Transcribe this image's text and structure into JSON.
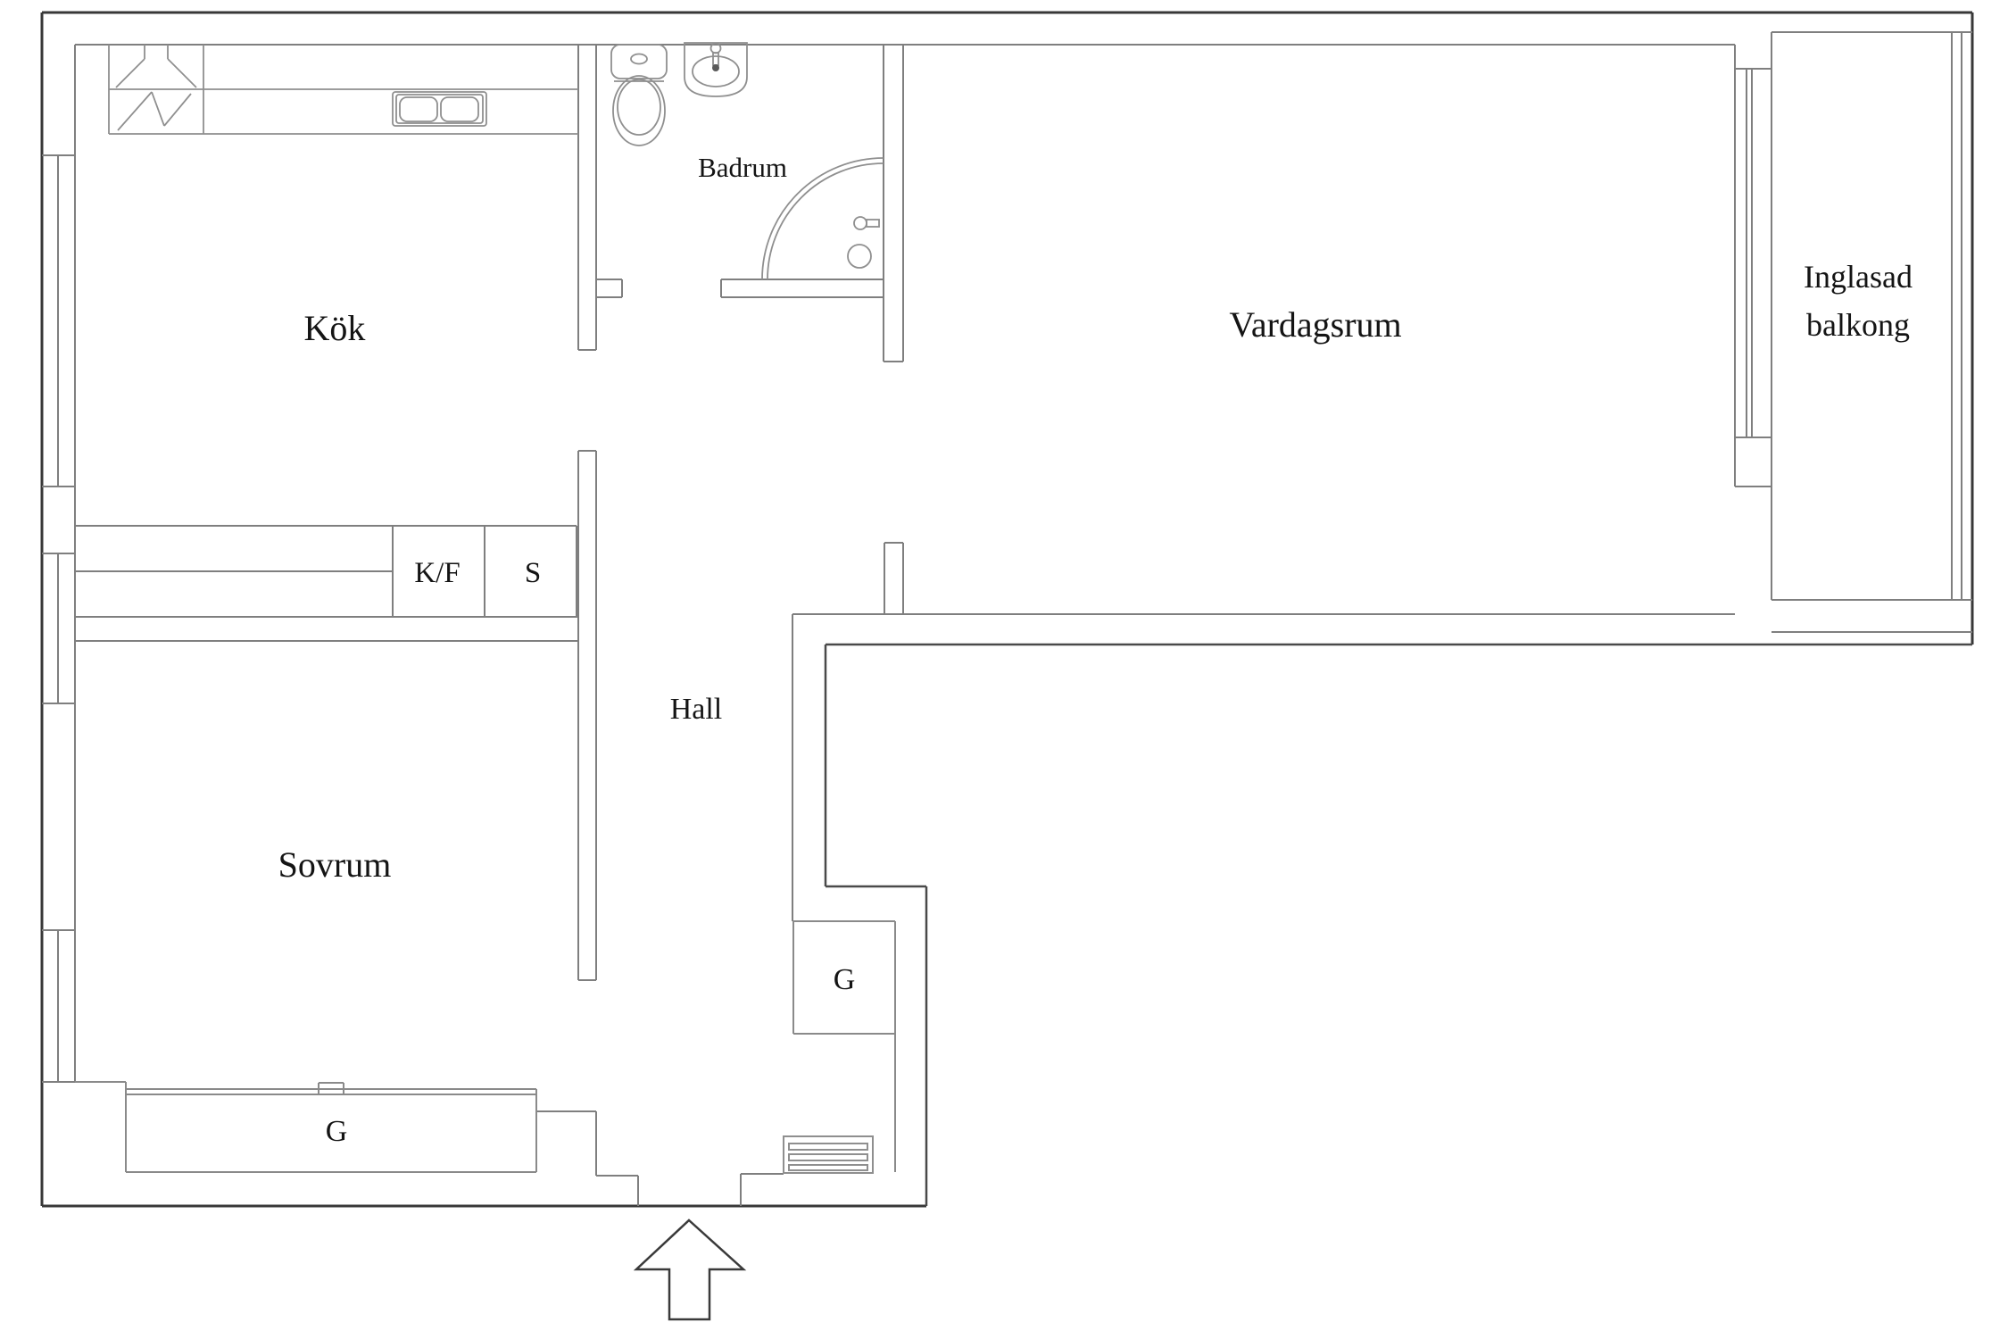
{
  "title": "Apartment floor plan",
  "labels": {
    "kok": "Kök",
    "badrum": "Badrum",
    "vardagsrum": "Vardagsrum",
    "balkong_line1": "Inglasad",
    "balkong_line2": "balkong",
    "hall": "Hall",
    "sovrum": "Sovrum",
    "kf": "K/F",
    "s": "S",
    "g_sovrum": "G",
    "g_hall": "G"
  },
  "colors": {
    "background": "#ffffff",
    "outer_wall": "#383838",
    "inner_wall": "#7f7f7f",
    "fixture": "#8f8f8f",
    "text": "#141414"
  },
  "icons": {
    "entrance_arrow": "up-arrow",
    "stove_hood": "kitchen-hood",
    "sink": "double-basin-sink",
    "toilet": "toilet",
    "washbasin": "washbasin",
    "shower": "corner-shower",
    "vent": "louvered-vent"
  }
}
